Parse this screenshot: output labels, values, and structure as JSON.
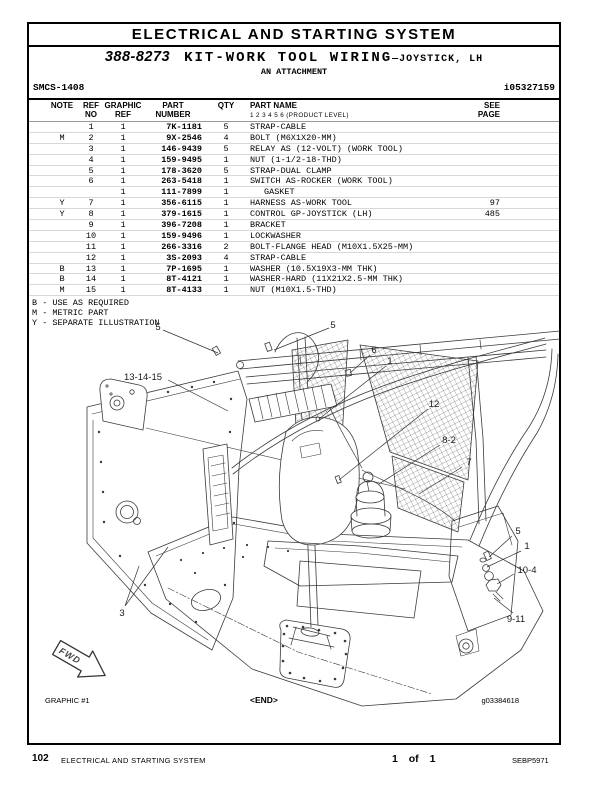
{
  "page": {
    "header_title": "ELECTRICAL AND STARTING SYSTEM",
    "kit": {
      "number": "388-8273",
      "name": "KIT-WORK TOOL WIRING",
      "suffix": "—JOYSTICK, LH",
      "subtitle": "AN ATTACHMENT"
    },
    "smcs_code": "SMCS-1408",
    "media_number": "i05327159"
  },
  "table": {
    "headers": {
      "note": "NOTE",
      "ref_line1": "REF",
      "ref_line2": "NO",
      "graphic_line1": "GRAPHIC",
      "graphic_line2": "REF",
      "part_number": "PART NUMBER",
      "qty": "QTY",
      "part_name": "PART NAME",
      "part_name_sub": "1  2  3  4  5  6   (PRODUCT LEVEL)",
      "see_line1": "SEE",
      "see_line2": "PAGE"
    },
    "rows": [
      {
        "note": "",
        "ref": "1",
        "graphic": "1",
        "part": "7K-1181",
        "qty": "5",
        "name": "STRAP-CABLE",
        "page": ""
      },
      {
        "note": "M",
        "ref": "2",
        "graphic": "1",
        "part": "9X-2546",
        "qty": "4",
        "name": "BOLT (M6X1X20-MM)",
        "page": ""
      },
      {
        "note": "",
        "ref": "3",
        "graphic": "1",
        "part": "146-9439",
        "qty": "5",
        "name": "RELAY AS (12-VOLT) (WORK TOOL)",
        "page": ""
      },
      {
        "note": "",
        "ref": "4",
        "graphic": "1",
        "part": "159-9495",
        "qty": "1",
        "name": "NUT (1-1/2-18-THD)",
        "page": ""
      },
      {
        "note": "",
        "ref": "5",
        "graphic": "1",
        "part": "178-3620",
        "qty": "5",
        "name": "STRAP-DUAL CLAMP",
        "page": ""
      },
      {
        "note": "",
        "ref": "6",
        "graphic": "1",
        "part": "263-5418",
        "qty": "1",
        "name": "SWITCH AS-ROCKER (WORK TOOL)",
        "page": ""
      },
      {
        "note": "",
        "ref": "",
        "graphic": "1",
        "part": "111-7899",
        "qty": "1",
        "name": "GASKET",
        "page": "",
        "indent": true
      },
      {
        "note": "Y",
        "ref": "7",
        "graphic": "1",
        "part": "356-6115",
        "qty": "1",
        "name": "HARNESS AS-WORK TOOL",
        "page": "97"
      },
      {
        "note": "Y",
        "ref": "8",
        "graphic": "1",
        "part": "379-1615",
        "qty": "1",
        "name": "CONTROL GP-JOYSTICK (LH)",
        "page": "485"
      },
      {
        "note": "",
        "ref": "9",
        "graphic": "1",
        "part": "396-7208",
        "qty": "1",
        "name": "BRACKET",
        "page": ""
      },
      {
        "note": "",
        "ref": "10",
        "graphic": "1",
        "part": "159-9496",
        "qty": "1",
        "name": "LOCKWASHER",
        "page": ""
      },
      {
        "note": "",
        "ref": "11",
        "graphic": "1",
        "part": "266-3316",
        "qty": "2",
        "name": "BOLT-FLANGE HEAD (M10X1.5X25-MM)",
        "page": ""
      },
      {
        "note": "",
        "ref": "12",
        "graphic": "1",
        "part": "3S-2093",
        "qty": "4",
        "name": "STRAP-CABLE",
        "page": ""
      },
      {
        "note": "B",
        "ref": "13",
        "graphic": "1",
        "part": "7P-1695",
        "qty": "1",
        "name": "WASHER (10.5X19X3-MM THK)",
        "page": ""
      },
      {
        "note": "B",
        "ref": "14",
        "graphic": "1",
        "part": "8T-4121",
        "qty": "1",
        "name": "WASHER-HARD (11X21X2.5-MM THK)",
        "page": ""
      },
      {
        "note": "M",
        "ref": "15",
        "graphic": "1",
        "part": "8T-4133",
        "qty": "1",
        "name": "NUT (M10X1.5-THD)",
        "page": ""
      }
    ],
    "footnotes": [
      "B - USE AS REQUIRED",
      "M - METRIC PART",
      "Y - SEPARATE ILLUSTRATION"
    ]
  },
  "diagram": {
    "callouts": [
      {
        "label": "5"
      },
      {
        "label": "13-14-15"
      },
      {
        "label": "5"
      },
      {
        "label": "6"
      },
      {
        "label": "1"
      },
      {
        "label": "12"
      },
      {
        "label": "8-2"
      },
      {
        "label": "7"
      },
      {
        "label": "5"
      },
      {
        "label": "1"
      },
      {
        "label": "10-4"
      },
      {
        "label": "9-11"
      },
      {
        "label": "3"
      }
    ],
    "fwd_label": "FWD",
    "graphic_label": "GRAPHIC #1",
    "end_marker": "<END>",
    "graphic_id": "g03384618"
  },
  "footer": {
    "page_number": "102",
    "section": "ELECTRICAL AND STARTING SYSTEM",
    "sheet": "1 of 1",
    "manual_code": "SEBP5971"
  }
}
